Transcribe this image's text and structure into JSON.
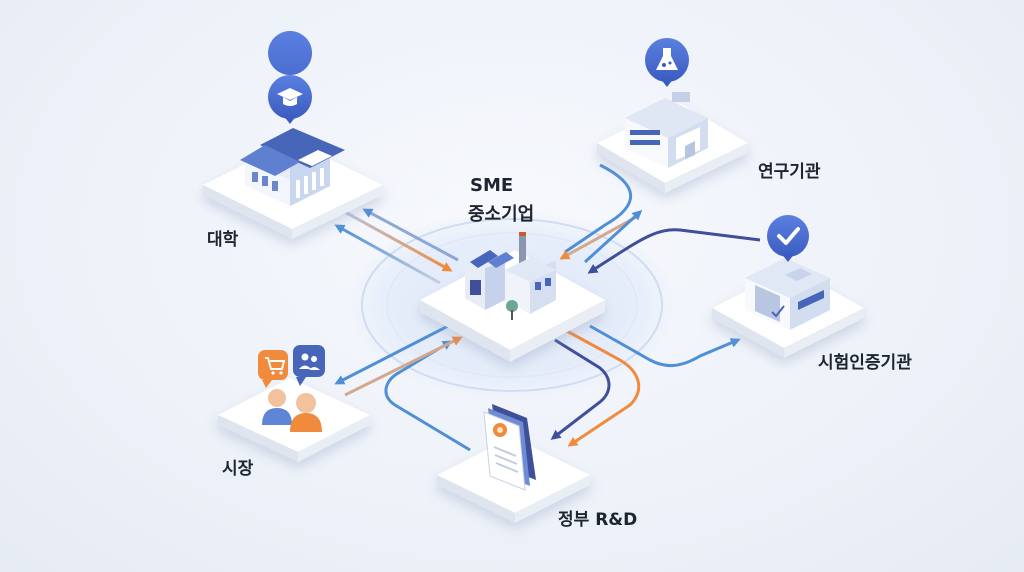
{
  "nodes": {
    "sme": {
      "label_line1": "SME",
      "label_line2": "중소기업",
      "icon": "factory-icon"
    },
    "university": {
      "label": "대학",
      "icon": "graduation-cap-icon"
    },
    "research": {
      "label": "연구기관",
      "icon": "flask-icon"
    },
    "certification": {
      "label": "시험인증기관",
      "icon": "checkmark-icon"
    },
    "market": {
      "label": "시장",
      "icon": "shopping-cart-icon"
    },
    "government": {
      "label": "정부 R&D",
      "icon": "document-icon"
    }
  },
  "colors": {
    "orange_arrow": "#f08a3c",
    "blue_arrow": "#4e8fd6",
    "navy_arrow": "#3f4f99",
    "icon_pin": "#4a6fd2",
    "platform": "#ffffff"
  }
}
